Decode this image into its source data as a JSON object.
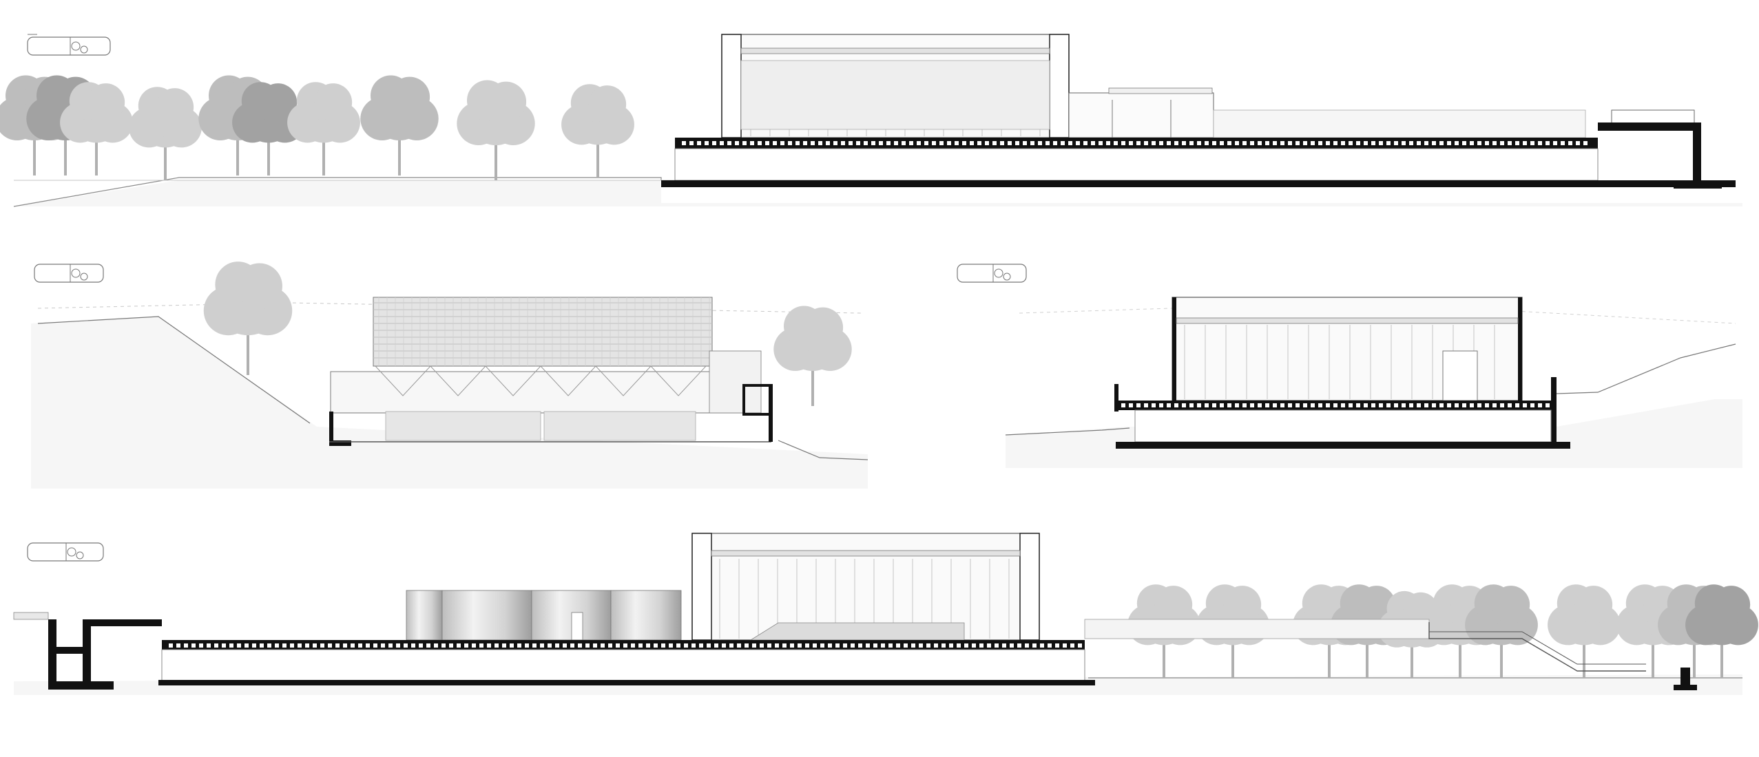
{
  "drawing": {
    "kind": "architectural-sections",
    "text_labels": [],
    "colors": {
      "background": "#ffffff",
      "ground": "#f6f6f6",
      "ink": "#111111",
      "line": "#8a8a8a",
      "fine_line": "#c4c4c4",
      "glass": "#ececec",
      "tree_light": "#cfcfcf",
      "tree_mid": "#bdbdbd",
      "tree_dark": "#a2a2a2"
    },
    "sections": [
      {
        "id": "top",
        "tree_count": 10,
        "key_plans": 1
      },
      {
        "id": "middle-left",
        "tree_count": 2,
        "key_plans": 1
      },
      {
        "id": "middle-right",
        "tree_count": 0,
        "key_plans": 1
      },
      {
        "id": "bottom",
        "tree_count": 11,
        "key_plans": 1
      }
    ]
  }
}
